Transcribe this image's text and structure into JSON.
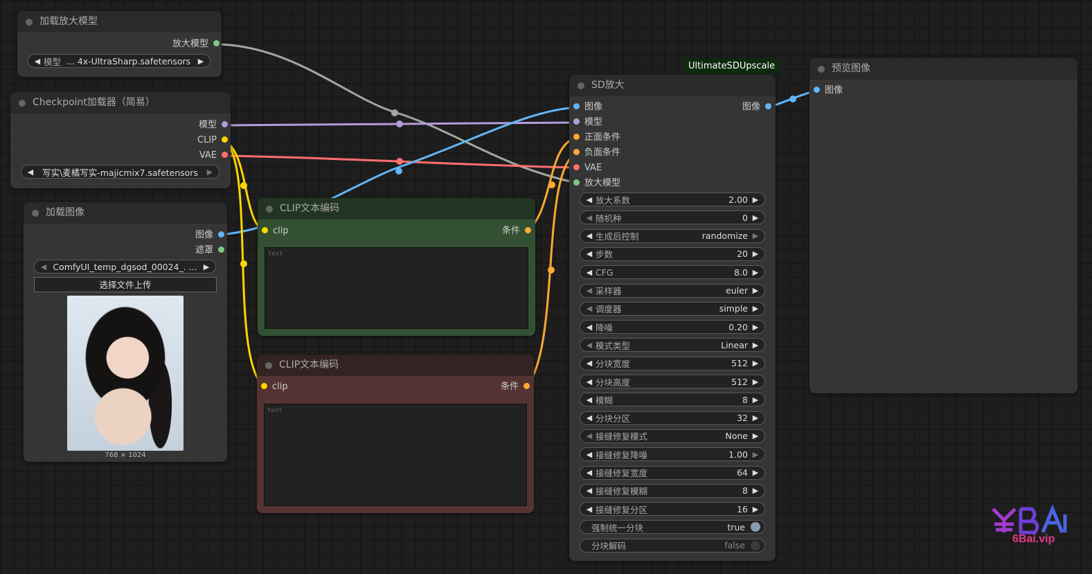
{
  "nodes": {
    "upscale_loader": {
      "title": "加载放大模型",
      "out_upscale_model": "放大模型",
      "model_label": "模型",
      "model_value": "... 4x-UltraSharp.safetensors"
    },
    "checkpoint": {
      "title": "Checkpoint加载器（简易）",
      "out_model": "模型",
      "out_clip": "CLIP",
      "out_vae": "VAE",
      "ckpt_value": "写实\\麦橘写实-majicmix7.safetensors"
    },
    "load_image": {
      "title": "加载图像",
      "out_image": "图像",
      "out_mask": "遮罩",
      "file_value": "ComfyUI_temp_dgsod_00024_. ...",
      "upload_label": "选择文件上传",
      "image_size": "768 × 1024"
    },
    "clip_pos": {
      "title": "CLIP文本编码",
      "in_clip": "clip",
      "out_cond": "条件",
      "placeholder": "text"
    },
    "clip_neg": {
      "title": "CLIP文本编码",
      "in_clip": "clip",
      "out_cond": "条件",
      "placeholder": "text"
    },
    "sd_upscale": {
      "badge": "UltimateSDUpscale",
      "title": "SD放大",
      "in_image": "图像",
      "in_model": "模型",
      "in_positive": "正面条件",
      "in_negative": "负面条件",
      "in_vae": "VAE",
      "in_upscale_model": "放大模型",
      "out_image": "图像",
      "widgets": [
        {
          "label": "放大系数",
          "value": "2.00",
          "left_dim": false,
          "right_dim": false
        },
        {
          "label": "随机种",
          "value": "0",
          "left_dim": true,
          "right_dim": false
        },
        {
          "label": "生成后控制",
          "value": "randomize",
          "left_dim": false,
          "right_dim": true
        },
        {
          "label": "步数",
          "value": "20",
          "left_dim": false,
          "right_dim": false
        },
        {
          "label": "CFG",
          "value": "8.0",
          "left_dim": false,
          "right_dim": false
        },
        {
          "label": "采样器",
          "value": "euler",
          "left_dim": true,
          "right_dim": false
        },
        {
          "label": "调度器",
          "value": "simple",
          "left_dim": true,
          "right_dim": false
        },
        {
          "label": "降噪",
          "value": "0.20",
          "left_dim": false,
          "right_dim": false
        },
        {
          "label": "模式类型",
          "value": "Linear",
          "left_dim": true,
          "right_dim": false
        },
        {
          "label": "分块宽度",
          "value": "512",
          "left_dim": false,
          "right_dim": false
        },
        {
          "label": "分块高度",
          "value": "512",
          "left_dim": false,
          "right_dim": false
        },
        {
          "label": "模糊",
          "value": "8",
          "left_dim": false,
          "right_dim": false
        },
        {
          "label": "分块分区",
          "value": "32",
          "left_dim": false,
          "right_dim": false
        },
        {
          "label": "接缝修复模式",
          "value": "None",
          "left_dim": true,
          "right_dim": false
        },
        {
          "label": "接缝修复降噪",
          "value": "1.00",
          "left_dim": false,
          "right_dim": true
        },
        {
          "label": "接缝修复宽度",
          "value": "64",
          "left_dim": false,
          "right_dim": false
        },
        {
          "label": "接缝修复模糊",
          "value": "8",
          "left_dim": false,
          "right_dim": false
        },
        {
          "label": "接缝修复分区",
          "value": "16",
          "left_dim": false,
          "right_dim": false
        }
      ],
      "toggles": [
        {
          "label": "强制统一分块",
          "value": "true",
          "on": true
        },
        {
          "label": "分块解码",
          "value": "false",
          "on": false
        }
      ]
    },
    "preview": {
      "title": "预览图像",
      "in_image": "图像"
    }
  },
  "colors": {
    "image": "#64b5f6",
    "model": "#b39ddb",
    "clip": "#ffd500",
    "vae": "#ff6e6e",
    "conditioning": "#ffa931",
    "upscale_model": "#9fa89f",
    "mask": "#81c784"
  },
  "watermark": "6Bai.vip"
}
